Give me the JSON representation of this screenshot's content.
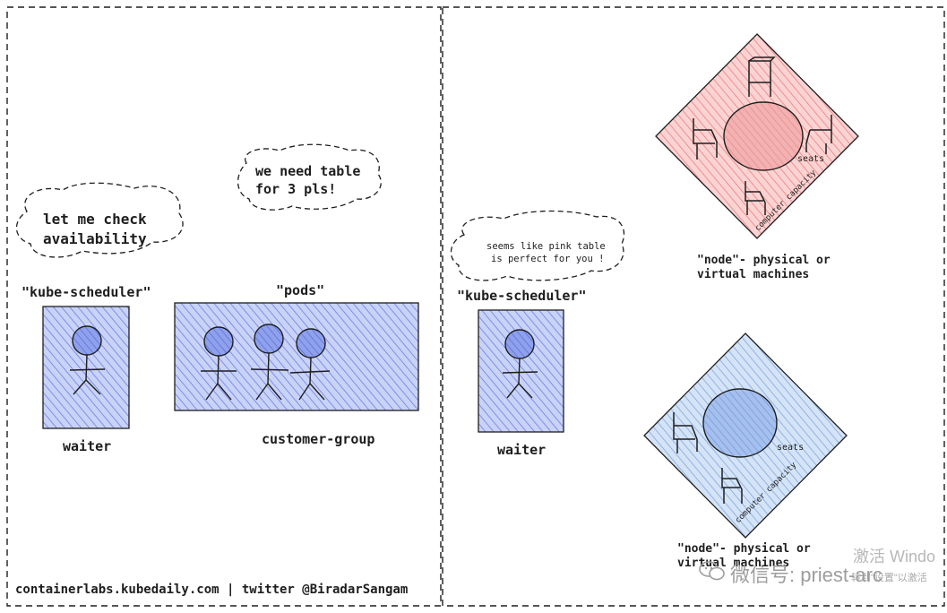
{
  "left_panel": {
    "speech_left": [
      "let me check",
      "availability"
    ],
    "speech_right": [
      "we need table",
      "for 3 pls!"
    ],
    "waiter_role_label": "\"kube-scheduler\"",
    "waiter_caption": "waiter",
    "group_role_label": "\"pods\"",
    "group_caption": "customer-group"
  },
  "right_panel": {
    "speech": [
      "seems like pink table",
      "is perfect for you !"
    ],
    "waiter_role_label": "\"kube-scheduler\"",
    "waiter_caption": "waiter",
    "node_red": {
      "seats_label": "seats",
      "capacity_label": "computer capacity",
      "caption": [
        "\"node\"- physical or",
        "virtual machines"
      ]
    },
    "node_blue": {
      "seats_label": "seats",
      "capacity_label": "computer capacity",
      "caption": [
        "\"node\"- physical or",
        "virtual machines"
      ]
    }
  },
  "footer": {
    "credit": "containerlabs.kubedaily.com | twitter @BiradarSangam"
  },
  "watermarks": {
    "activate": "激活 Windo",
    "settings": "转到\"设置\"以激活",
    "wechat": "微信号: priest-arc"
  },
  "colors": {
    "blue_fill": "#a5b4f0",
    "blue_person": "#7b8fe8",
    "red_fill": "#f4a0a0",
    "diamond_blue": "#a9c6ec",
    "stroke": "#1e1e1e"
  }
}
